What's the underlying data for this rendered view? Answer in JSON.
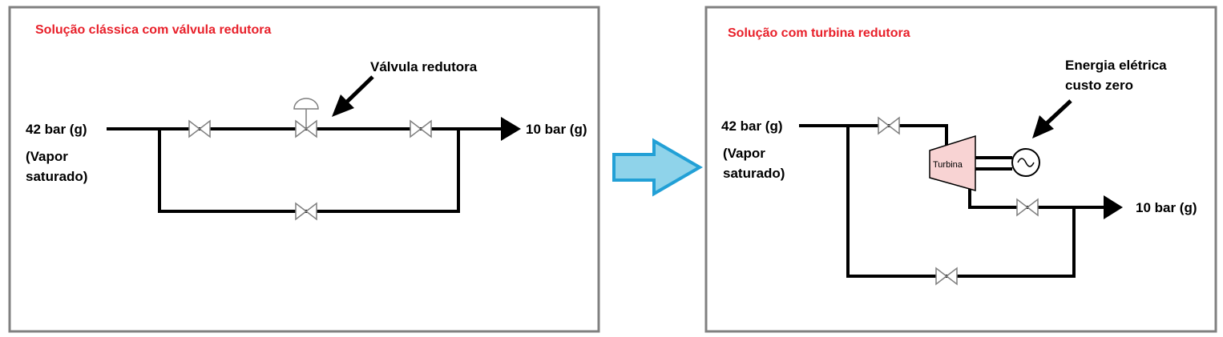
{
  "colors": {
    "title": "#e8202a",
    "frame": "#808080",
    "pipe": "#000000",
    "valve": "#7f7f7f",
    "turbine_fill": "#f8d3d3",
    "arrow_fill": "#8fd3ea",
    "arrow_stroke": "#22a0d6"
  },
  "left_panel": {
    "title": "Solução clássica com válvula redutora",
    "inlet_pressure": "42 bar (g)",
    "inlet_state_line1": "(Vapor",
    "inlet_state_line2": "saturado)",
    "outlet_pressure": "10 bar (g)",
    "valve_callout": "Válvula redutora"
  },
  "right_panel": {
    "title": "Solução com  turbina redutora",
    "inlet_pressure": "42 bar (g)",
    "inlet_state_line1": "(Vapor",
    "inlet_state_line2": "saturado)",
    "outlet_pressure": "10 bar (g)",
    "turbine_label": "Turbina",
    "energy_line1": "Energia elétrica",
    "energy_line2": "custo zero"
  }
}
